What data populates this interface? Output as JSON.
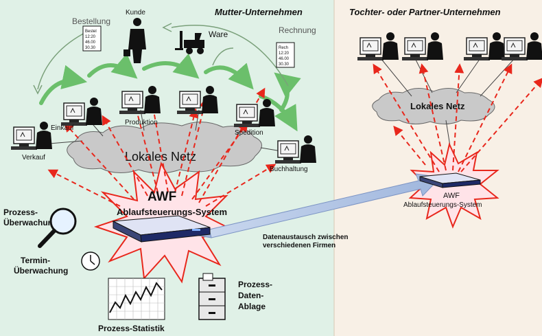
{
  "regions": {
    "mother": "Mutter-Unternehmen",
    "subsidiary": "Tochter-  oder  Partner-Unternehmen"
  },
  "workstations": {
    "verkauf": "Verkauf",
    "einkauf": "Einkauf",
    "produktion": "Produktion",
    "spedition": "Spedition",
    "buchhaltung": "Buchhaltung"
  },
  "top": {
    "kunde": "Kunde",
    "ware": "Ware",
    "bestellung": "Bestellung",
    "rechnung": "Rechnung"
  },
  "bestellung_doc": [
    "Bestel",
    "12:20",
    "46.00",
    "30.30"
  ],
  "rechnung_doc": [
    "Rech",
    "12:20",
    "46.00",
    "30.30"
  ],
  "network": {
    "local": "Lokales Netz",
    "local_right": "Lokales Netz"
  },
  "awf": {
    "title": "AWF",
    "subtitle": "Ablaufsteuerungs-System",
    "right_title": "AWF",
    "right_subtitle": "Ablaufsteuerungs-System"
  },
  "exchange": {
    "line1": "Datenaustausch zwischen",
    "line2": "verschiedenen Firmen"
  },
  "tools": {
    "prozess_ueberwachung_1": "Prozess-",
    "prozess_ueberwachung_2": "Überwachung",
    "termin_1": "Termin-",
    "termin_2": "Überwachung",
    "statistik": "Prozess-Statistik",
    "ablage_1": "Prozess-",
    "ablage_2": "Daten-",
    "ablage_3": "Ablage"
  },
  "colors": {
    "mother_bg": "#e0f1e7",
    "subsidiary_bg": "#f8f0e6",
    "arrow_red": "#e8271c",
    "cloud": "#c9c9c9",
    "flow_green": "#6bbf6b",
    "exchange_blue": "#b8cbe6"
  }
}
